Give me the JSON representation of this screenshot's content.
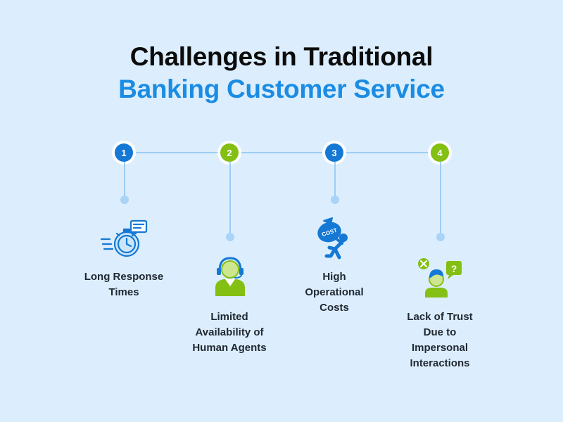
{
  "title": {
    "line1": "Challenges in Traditional",
    "line2": "Banking Customer Service"
  },
  "colors": {
    "background": "#dceefd",
    "title_dark": "#0c0c0c",
    "title_blue": "#1b8ce3",
    "step_blue": "#1478d4",
    "step_green": "#84bf14",
    "line": "#9dcdf5"
  },
  "steps": [
    {
      "number": "1",
      "label_lines": [
        "Long Response",
        "Times"
      ],
      "icon": "stopwatch-chat-icon"
    },
    {
      "number": "2",
      "label_lines": [
        "Limited",
        "Availability of",
        "Human Agents"
      ],
      "icon": "support-agent-icon"
    },
    {
      "number": "3",
      "label_lines": [
        "High",
        "Operational",
        "Costs"
      ],
      "icon": "cost-burden-icon",
      "icon_text": "COST"
    },
    {
      "number": "4",
      "label_lines": [
        "Lack of Trust",
        "Due to",
        "Impersonal",
        "Interactions"
      ],
      "icon": "confused-person-icon",
      "icon_text": "?"
    }
  ]
}
